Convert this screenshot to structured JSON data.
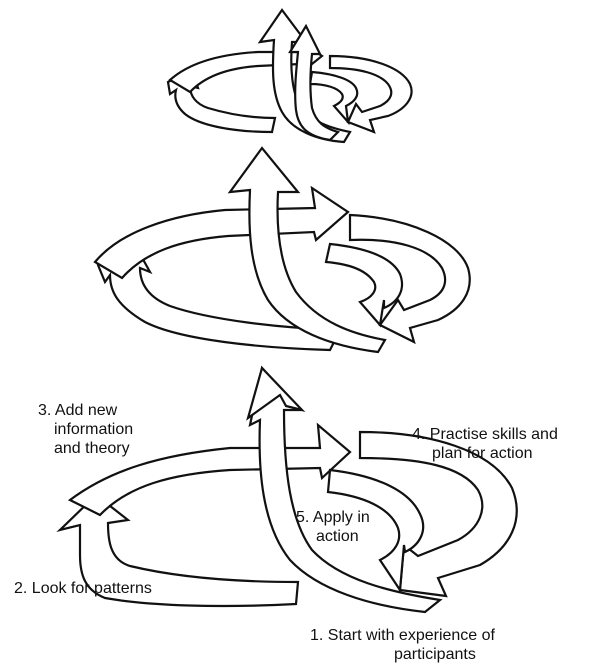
{
  "steps": [
    {
      "lines": [
        "1. Start with experience of",
        "participants"
      ]
    },
    {
      "lines": [
        "2. Look for patterns"
      ]
    },
    {
      "lines": [
        "3. Add new",
        "information",
        "and theory"
      ]
    },
    {
      "lines": [
        "4. Practise skills and",
        "plan for action"
      ]
    },
    {
      "lines": [
        "5. Apply in",
        "action"
      ]
    }
  ],
  "colors": {
    "stroke": "#111111",
    "fill": "#ffffff"
  }
}
